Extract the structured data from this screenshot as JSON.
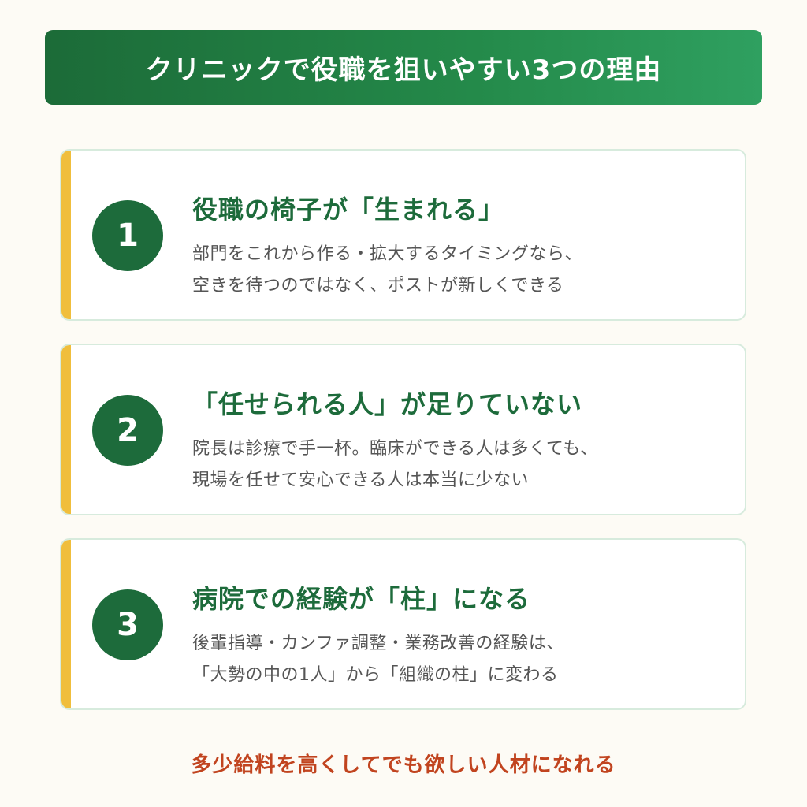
{
  "header": {
    "title": "クリニックで役職を狙いやすい3つの理由"
  },
  "reasons": [
    {
      "number": "1",
      "title": "役職の椅子が「生まれる」",
      "lines": [
        "部門をこれから作る・拡大するタイミングなら、",
        "空きを待つのではなく、ポストが新しくできる"
      ]
    },
    {
      "number": "2",
      "title": "「任せられる人」が足りていない",
      "lines": [
        "院長は診療で手一杯。臨床ができる人は多くても、",
        "現場を任せて安心できる人は本当に少ない"
      ]
    },
    {
      "number": "3",
      "title": "病院での経験が「柱」になる",
      "lines": [
        "後輩指導・カンファ調整・業務改善の経験は、",
        "「大勢の中の1人」から「組織の柱」に変わる"
      ]
    }
  ],
  "footer": {
    "text": "多少給料を高くしてでも欲しい人材になれる"
  },
  "colors": {
    "header_green": "#1c6b38",
    "accent_yellow": "#f0be3c",
    "number_green": "#1d6b3b",
    "footer_red": "#c1441f"
  }
}
